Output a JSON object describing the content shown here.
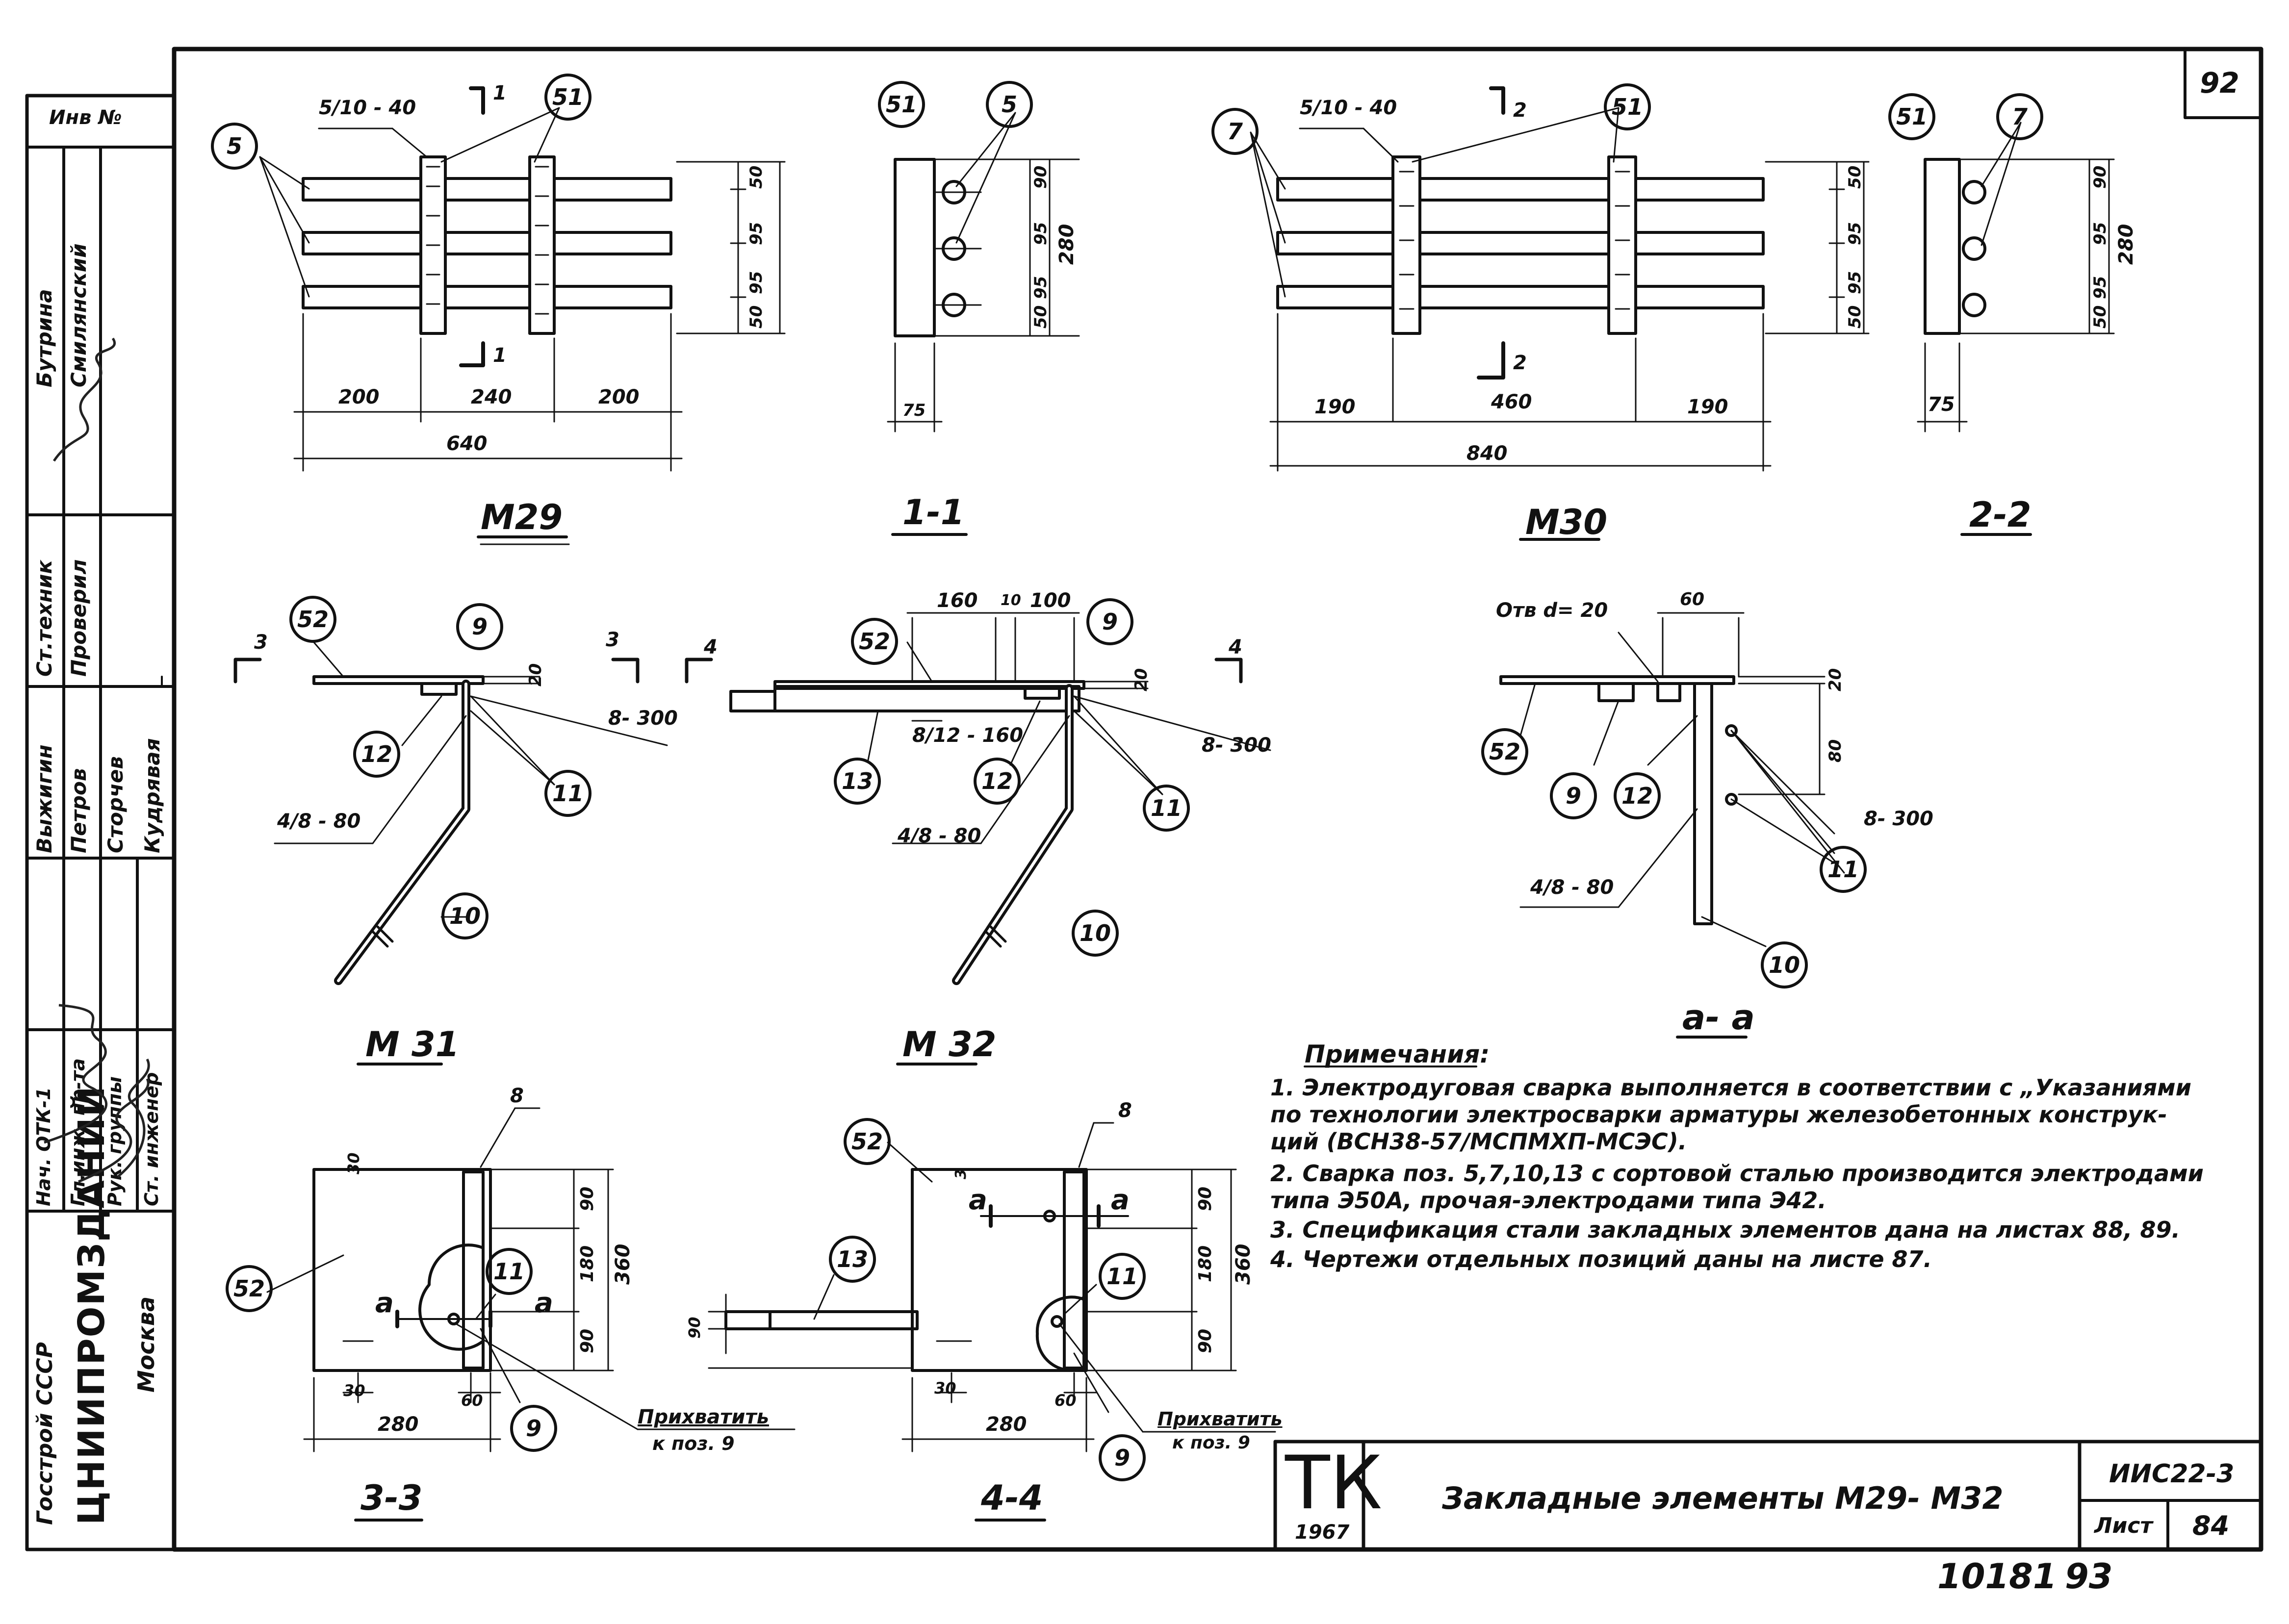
{
  "sheet_number_top": "92",
  "inv_label": "Инв №",
  "side_stamp": {
    "rows": [
      [
        "Бутрина",
        "Смилянский"
      ],
      [
        "Ст.техник",
        "Проверил"
      ],
      [
        "Выжигин",
        "Петров",
        "Сторчев",
        "Кудрявая"
      ],
      [
        "Нач. ОТК-1",
        "Гл.инж. пр-та",
        "Рук. группы",
        "Ст. инженер"
      ]
    ],
    "org": [
      "Госстрой СССР",
      "ЦНИИПРОМЗДАНИЙ",
      "Москва"
    ]
  },
  "views": {
    "m29": "М29",
    "s11": "1-1",
    "m30": "М30",
    "s22": "2-2",
    "m31": "М 31",
    "m32": "М 32",
    "aa": "а- а",
    "s33": "3-3",
    "s44": "4-4"
  },
  "callouts": {
    "c5a": "5",
    "c51a": "51",
    "c51b": "51",
    "c5b": "5",
    "c7a": "7",
    "c51c": "51",
    "c51d": "51",
    "c7b": "7",
    "c52a": "52",
    "c9a": "9",
    "c12a": "12",
    "c11a": "11",
    "c10a": "10",
    "c52b": "52",
    "c9b": "9",
    "c13a": "13",
    "c12b": "12",
    "c11b": "11",
    "c10b": "10",
    "c52c": "52",
    "c9c": "9",
    "c12c": "12",
    "c11c": "11",
    "c10c": "10",
    "c52d": "52",
    "c11d": "11",
    "c9d": "9",
    "c52e": "52",
    "c13b": "13",
    "c11e": "11",
    "c9e": "9"
  },
  "dims": {
    "m29_200a": "200",
    "m29_240": "240",
    "m29_200b": "200",
    "m29_640": "640",
    "m29_weld": "5/10 - 40",
    "m29_50a": "50",
    "m29_95a": "95",
    "m29_95b": "95",
    "m29_50b": "50",
    "s11_90": "90",
    "s11_95a": "95",
    "s11_95b": "95",
    "s11_50": "50",
    "s11_280": "280",
    "s11_75": "75",
    "m30_190a": "190",
    "m30_460": "460",
    "m30_190b": "190",
    "m30_840": "840",
    "m30_weld": "5/10 - 40",
    "m30_50a": "50",
    "m30_95a": "95",
    "m30_95b": "95",
    "m30_50b": "50",
    "s22_90": "90",
    "s22_95a": "95",
    "s22_95b": "95",
    "s22_50": "50",
    "s22_280": "280",
    "s22_75": "75",
    "m31_20": "20",
    "m31_8300": "8- 300",
    "m31_480": "4/8 - 80",
    "m32_160a": "160",
    "m32_10": "10",
    "m32_100": "100",
    "m32_8160": "8/12 - 160",
    "m32_20": "20",
    "m32_8300": "8- 300",
    "m32_480": "4/8 - 80",
    "aa_hole": "Отв d= 20",
    "aa_60": "60",
    "aa_20": "20",
    "aa_80": "80",
    "aa_8300": "8- 300",
    "aa_480": "4/8 - 80",
    "s33_30a": "30",
    "s33_90a": "90",
    "s33_180": "180",
    "s33_90b": "90",
    "s33_360": "360",
    "s33_30b": "30",
    "s33_60": "60",
    "s33_280": "280",
    "s33_8": "8",
    "s33_aL": "а",
    "s33_aR": "а",
    "s44_3": "3",
    "s44_90a": "90",
    "s44_180": "180",
    "s44_90b": "90",
    "s44_360": "360",
    "s44_30": "30",
    "s44_60": "60",
    "s44_280": "280",
    "s44_8": "8",
    "s44_90c": "90",
    "s44_aL": "а",
    "s44_aR": "а",
    "cut1": "1",
    "cut1b": "1",
    "cut2": "2",
    "cut2b": "2",
    "cut3": "3",
    "cut3b": "3",
    "cut4": "4",
    "cut4b": "4"
  },
  "tack": {
    "s33_line1": "Прихватить",
    "s33_line2": "к поз. 9",
    "s44_line1": "Прихватить",
    "s44_line2": "к поз. 9"
  },
  "notes": {
    "title": "Примечания:",
    "items": [
      "1.  Электродуговая сварка выполняется в соответствии с „Указаниями",
      "    по технологии электросварки арматуры железобетонных конструк-",
      "    ций (ВСН38-57/МСПМХП-МСЭС).",
      "2.  Сварка поз. 5,7,10,13 с сортовой сталью производится электродами",
      "    типа Э50А, прочая-электродами типа Э42.",
      "3.  Спецификация стали закладных элементов дана на листах 88, 89.",
      "4.  Чертежи отдельных позиций даны на листе 87."
    ]
  },
  "title_block": {
    "tk": "ТК",
    "year": "1967",
    "title": "Закладные элементы М29- М32",
    "series": "ИИС22-3",
    "sheet_label": "Лист",
    "sheet_no": "84"
  },
  "footer": {
    "code": "10181",
    "page": "93"
  }
}
